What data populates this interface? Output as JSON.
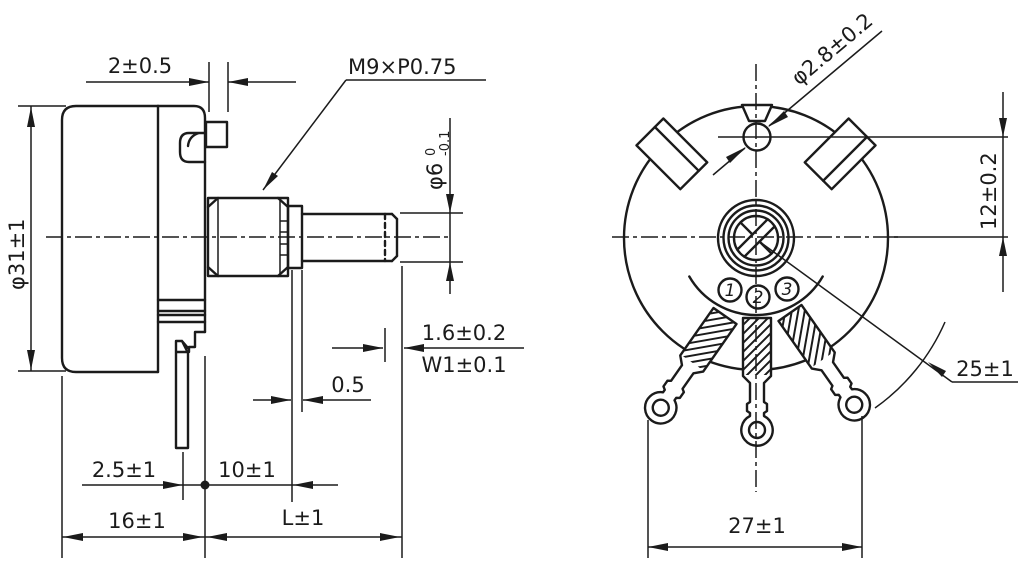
{
  "drawing": {
    "side": {
      "tab_protrusion": "2±0.5",
      "thread": "M9×P0.75",
      "shaft_dia": "φ6",
      "shaft_dia_tol_upper": "0",
      "shaft_dia_tol_lower": "-0.1",
      "body_dia": "φ31±1",
      "flat_depth": "1.6±0.2",
      "flat_width": "W1±0.1",
      "washer": "0.5",
      "lug_offset": "2.5±1",
      "bushing_len": "10±1",
      "body_depth": "16±1",
      "shaft_len": "L±1"
    },
    "front": {
      "hole_dia": "φ2.8±0.2",
      "hole_offset": "12±0.2",
      "lug_radius": "25±1",
      "lug_span": "27±1",
      "terminals": [
        "1",
        "2",
        "3"
      ]
    },
    "colors": {
      "ink": "#1b1b1b",
      "paper": "#ffffff"
    }
  }
}
